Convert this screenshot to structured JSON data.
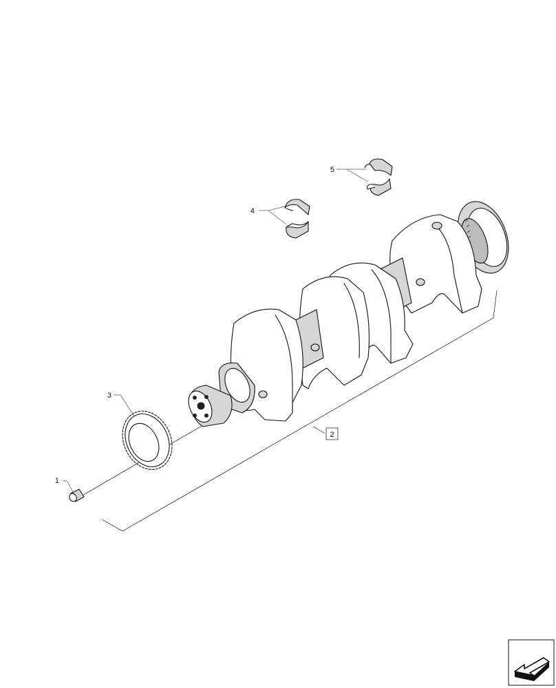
{
  "callouts": [
    {
      "id": "1",
      "label": "1",
      "part": "plug"
    },
    {
      "id": "2",
      "label": "2",
      "part": "crankshaft",
      "boxed": true
    },
    {
      "id": "3",
      "label": "3",
      "part": "timing-gear"
    },
    {
      "id": "4",
      "label": "4",
      "part": "main-bearing-shells"
    },
    {
      "id": "5",
      "label": "5",
      "part": "thrust-bearing-shells"
    }
  ],
  "nav": {
    "icon": "arrow-back-icon"
  }
}
